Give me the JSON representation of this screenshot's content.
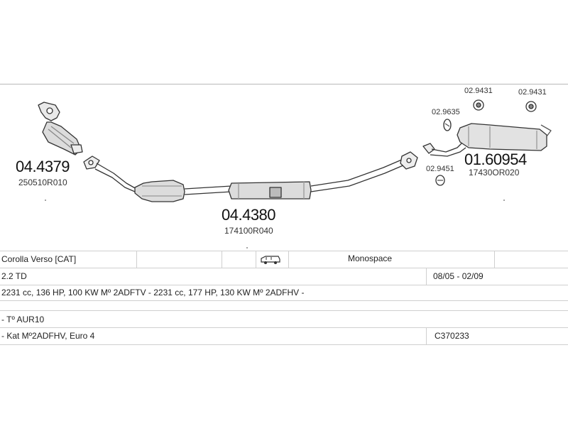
{
  "parts": {
    "p1": {
      "number": "04.4379",
      "ref": "250510R010"
    },
    "p2": {
      "number": "04.4380",
      "ref": "174100R040"
    },
    "p3": {
      "number": "01.60954",
      "ref": "17430OR020"
    },
    "small1": "02.9431",
    "small2": "02.9431",
    "small3": "02.9635",
    "small4": "02.9451"
  },
  "table": {
    "model": "Corolla Verso  [CAT]",
    "body_type": "Monospace",
    "engine": "2.2 TD",
    "years": "08/05 - 02/09",
    "specs": "2231 cc, 136 HP, 100 KW Mº 2ADFTV - 2231 cc, 177 HP, 130 KW Mº 2ADFHV -",
    "note1": "- Tº AUR10",
    "note2": "- Kat Mº2ADFHV, Euro 4",
    "code": "C370233"
  }
}
